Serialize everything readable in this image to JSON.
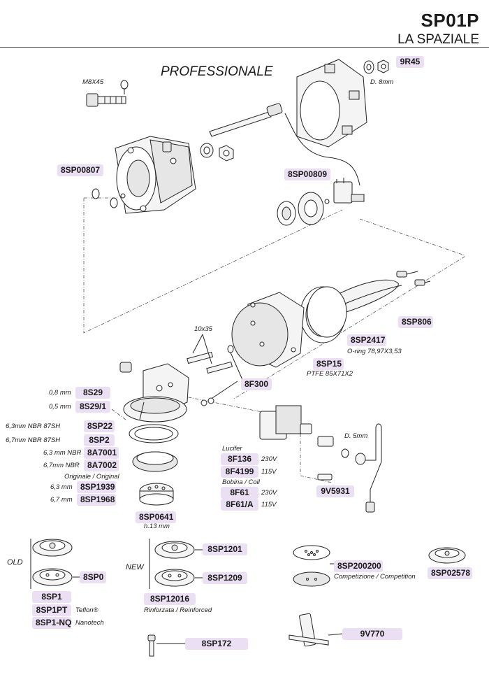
{
  "header": {
    "model": "SP01P",
    "brand": "LA SPAZIALE"
  },
  "section_label": "PROFESSIONALE",
  "bolt_label": "M8X45",
  "codes": {
    "c9R45": "9R45",
    "c8SP00807": "8SP00807",
    "c8SP00809": "8SP00809",
    "c8SP806": "8SP806",
    "c8SP2417": "8SP2417",
    "c8SP15": "8SP15",
    "c8F300": "8F300",
    "c8S29": "8S29",
    "c8S29_1": "8S29/1",
    "c8SP22": "8SP22",
    "c8SP2": "8SP2",
    "c8A7001": "8A7001",
    "c8A7002": "8A7002",
    "c8SP1939": "8SP1939",
    "c8SP1968": "8SP1968",
    "c8SP0641": "8SP0641",
    "c8F136": "8F136",
    "c8F4199": "8F4199",
    "c8F61": "8F61",
    "c8F61A": "8F61/A",
    "c9V5931": "9V5931",
    "c8SP0": "8SP0",
    "c8SP1": "8SP1",
    "c8SP1PT": "8SP1PT",
    "c8SP1NQ": "8SP1-NQ",
    "c8SP1201": "8SP1201",
    "c8SP1209": "8SP1209",
    "c8SP12016": "8SP12016",
    "c8SP200200": "8SP200200",
    "c8SP02578": "8SP02578",
    "c8SP172": "8SP172",
    "c9V770": "9V770"
  },
  "notes": {
    "d8": "D. 8mm",
    "oring": "O-ring 78,97X3,53",
    "ptfe": "PTFE 85X71X2",
    "screws": "10x35",
    "mm08": "0,8 mm",
    "mm05": "0,5 mm",
    "nbr63_87": "6,3mm NBR 87SH",
    "nbr67_87": "6,7mm NBR 87SH",
    "nbr63": "6,3 mm NBR",
    "nbr67": "6,7mm NBR",
    "orig": "Originale / Original",
    "mm63": "6,3 mm",
    "mm67": "6,7 mm",
    "h13": "h.13 mm",
    "lucifer": "Lucifer",
    "v230a": "230V",
    "v115a": "115V",
    "bobina": "Bobina / Coil",
    "v230b": "230V",
    "v115b": "115V",
    "d5": "D. 5mm",
    "old": "OLD",
    "new": "NEW",
    "teflon": "Teflon®",
    "nanotech": "Nanotech",
    "reinforced": "Rinforzata / Reinforced",
    "competition": "Competizione / Competition"
  }
}
